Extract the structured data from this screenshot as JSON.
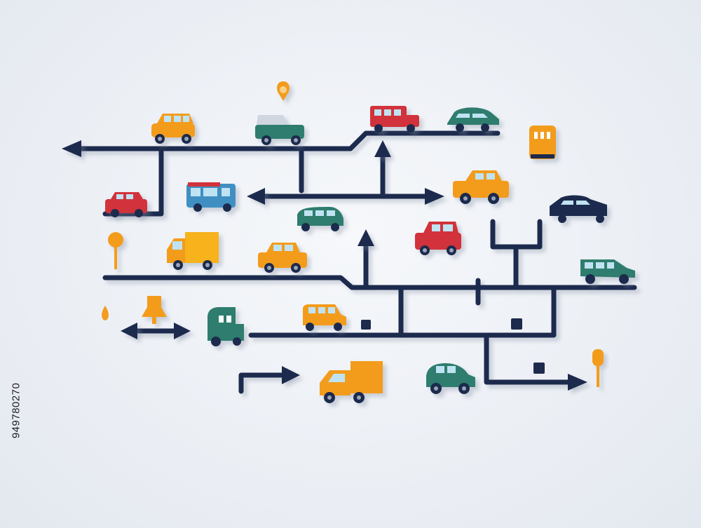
{
  "image_id_label": "949780270",
  "colors": {
    "road": "#1e2b4d",
    "orange": "#f39c1f",
    "yellow": "#f7b21b",
    "red": "#d2323a",
    "teal": "#2e7d6e",
    "blue": "#3f8fc3",
    "navy": "#1e2b4d",
    "window": "#bfe3f2"
  },
  "icons": [
    "map-pin-icon",
    "location-pin-icon",
    "traffic-sign-icon",
    "double-arrow-icon",
    "turn-arrow-icon",
    "up-arrow-icon",
    "left-arrow-icon",
    "right-arrow-icon"
  ],
  "vehicles": [
    {
      "name": "orange-car",
      "kind": "car",
      "color": "orange"
    },
    {
      "name": "teal-suv",
      "kind": "suv",
      "color": "teal"
    },
    {
      "name": "red-van",
      "kind": "van",
      "color": "red"
    },
    {
      "name": "teal-sedan",
      "kind": "sedan",
      "color": "teal"
    },
    {
      "name": "red-car",
      "kind": "car",
      "color": "red"
    },
    {
      "name": "blue-van",
      "kind": "van",
      "color": "blue"
    },
    {
      "name": "yellow-car",
      "kind": "car",
      "color": "orange"
    },
    {
      "name": "navy-sedan",
      "kind": "sedan",
      "color": "navy"
    },
    {
      "name": "teal-car",
      "kind": "car",
      "color": "teal"
    },
    {
      "name": "red-hatchback",
      "kind": "car",
      "color": "red"
    },
    {
      "name": "yellow-truck",
      "kind": "truck",
      "color": "yellow"
    },
    {
      "name": "orange-hatchback",
      "kind": "car",
      "color": "orange"
    },
    {
      "name": "teal-suv-2",
      "kind": "suv",
      "color": "teal"
    },
    {
      "name": "teal-truck-cab",
      "kind": "cab",
      "color": "teal"
    },
    {
      "name": "orange-van",
      "kind": "van",
      "color": "orange"
    },
    {
      "name": "orange-truck",
      "kind": "truck",
      "color": "orange"
    },
    {
      "name": "teal-beetle",
      "kind": "car",
      "color": "teal"
    },
    {
      "name": "orange-bus-icon",
      "kind": "bus",
      "color": "orange"
    }
  ]
}
